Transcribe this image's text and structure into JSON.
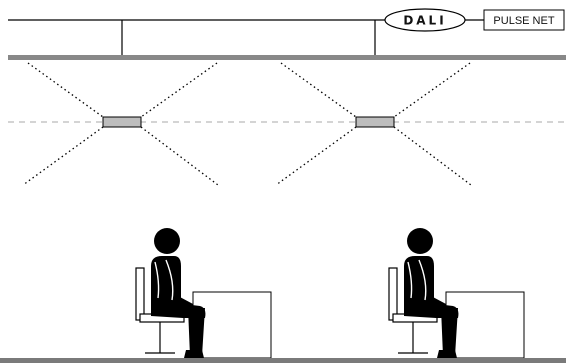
{
  "protocol_logo": {
    "text": "DALI"
  },
  "network_box": {
    "label": "PULSE NET"
  },
  "colors": {
    "ceiling": "#888888",
    "luminaire": "#bdbdbd",
    "floor": "#7a7a7a",
    "figure": "#000000"
  },
  "scene": {
    "luminaires": [
      "luminaire-left",
      "luminaire-right"
    ],
    "occupants": [
      "person-seated-left",
      "person-seated-right"
    ],
    "desks": [
      "desk-left",
      "desk-right"
    ],
    "chairs": [
      "chair-left",
      "chair-right"
    ]
  }
}
